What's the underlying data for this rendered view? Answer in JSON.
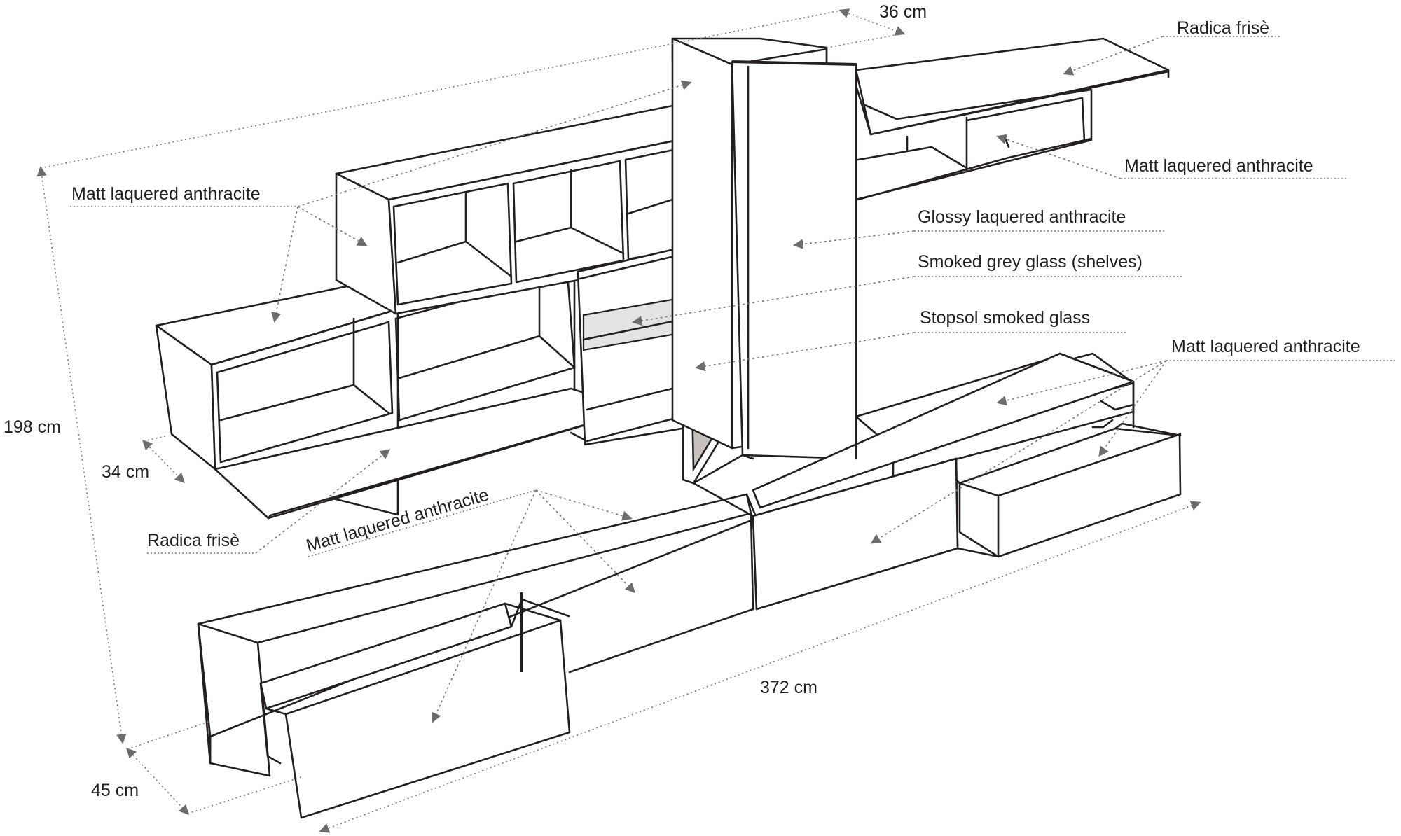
{
  "callouts": {
    "radica_top": "Radica frisè",
    "matt_top_right": "Matt laquered anthracite",
    "glossy": "Glossy laquered anthracite",
    "smoked_shelves": "Smoked grey glass (shelves)",
    "stopsol": "Stopsol smoked glass",
    "matt_right": "Matt laquered anthracite",
    "matt_left": "Matt laquered anthracite",
    "radica_left": "Radica frisè",
    "matt_bottom": "Matt laquered anthracite"
  },
  "dimensions": {
    "width": "372 cm",
    "height": "198 cm",
    "depth_top": "36 cm",
    "depth_wall": "34 cm",
    "depth_base": "45 cm"
  }
}
